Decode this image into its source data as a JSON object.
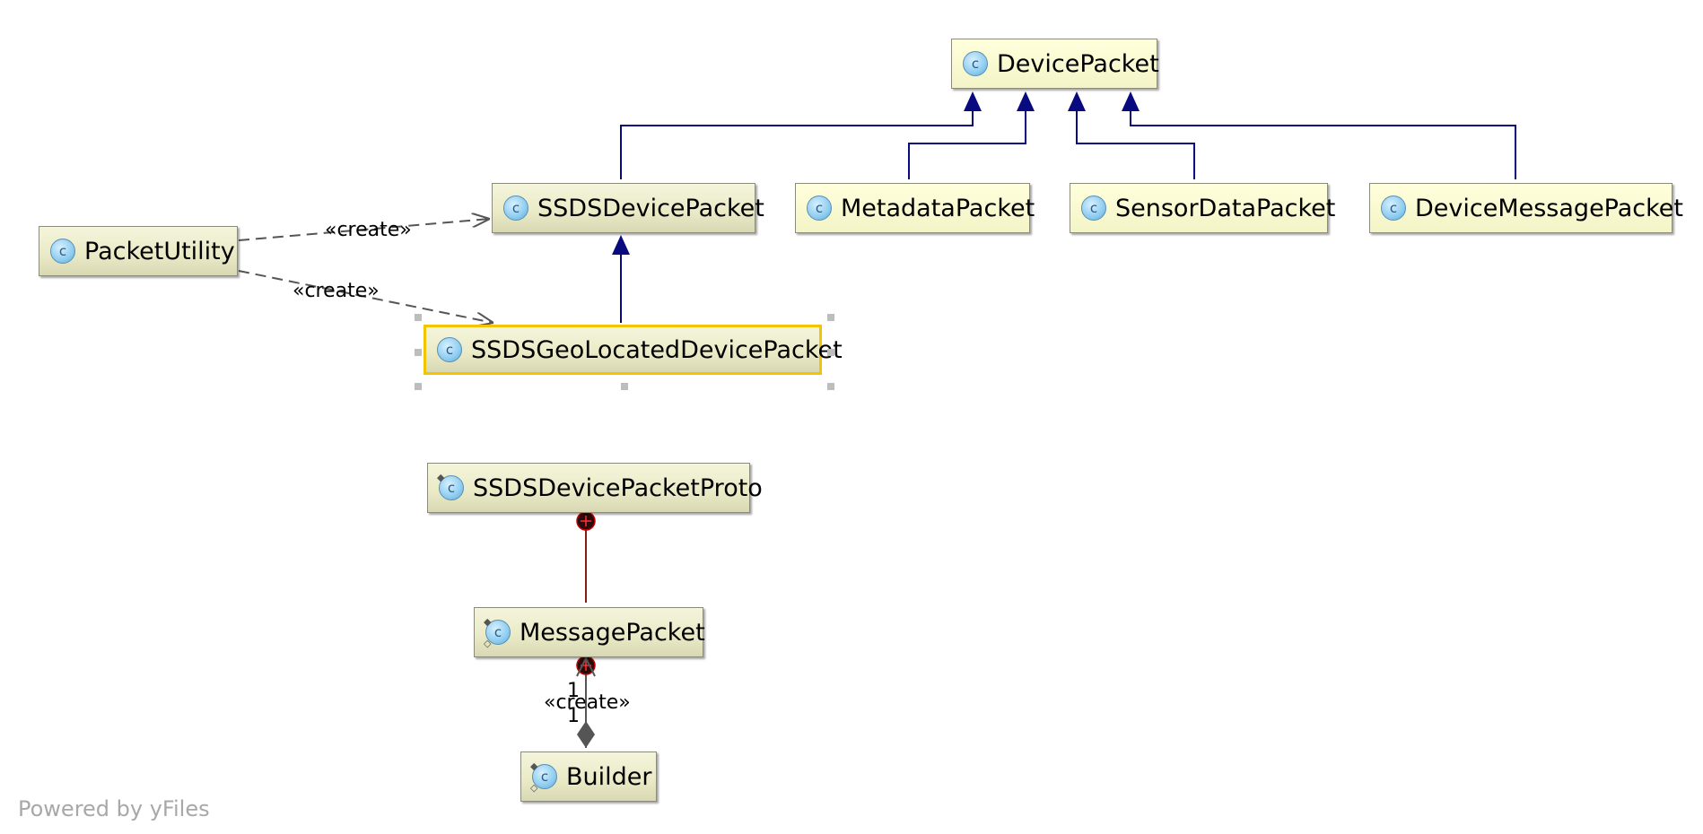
{
  "diagram": {
    "nodes": {
      "device_packet": "DevicePacket",
      "ssds_device_packet": "SSDSDevicePacket",
      "metadata_packet": "MetadataPacket",
      "sensor_data_packet": "SensorDataPacket",
      "device_message_packet": "DeviceMessagePacket",
      "packet_utility": "PacketUtility",
      "ssds_geo_located_device_packet": "SSDSGeoLocatedDevicePacket",
      "ssds_device_packet_proto": "SSDSDevicePacketProto",
      "message_packet": "MessagePacket",
      "builder": "Builder"
    },
    "class_icon_letter": "c",
    "edge_labels": {
      "create_1": "«create»",
      "create_2": "«create»",
      "create_3": "«create»",
      "multiplicity_1": "1",
      "multiplicity_2": "1"
    },
    "footer": "Powered by yFiles"
  },
  "colors": {
    "inheritance": "#0a0a80",
    "dependency": "#555555",
    "inner_class": "#8b1a1a",
    "selection": "#f5c400",
    "node_fill": "#ffffdc"
  }
}
